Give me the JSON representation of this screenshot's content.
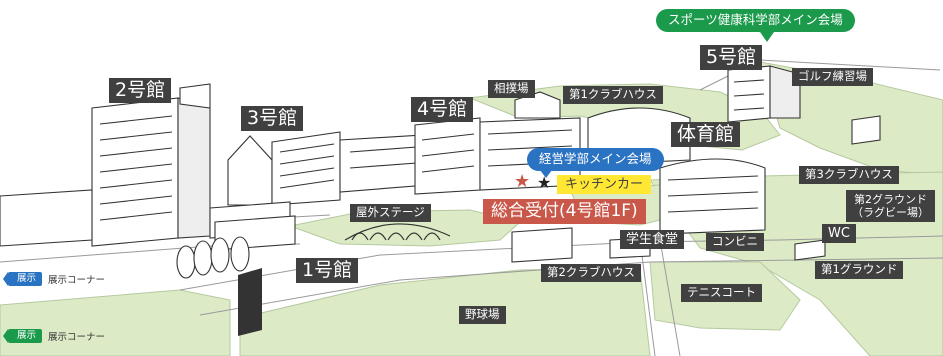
{
  "labels": {
    "building_2": "2号館",
    "building_3": "3号館",
    "building_4": "4号館",
    "building_5": "5号館",
    "building_1": "1号館",
    "gym": "体育館",
    "sumo": "相撲場",
    "club_house_1": "第1クラブハウス",
    "club_house_2": "第2クラブハウス",
    "club_house_3": "第3クラブハウス",
    "golf": "ゴルフ練習場",
    "outdoor_stage": "屋外ステージ",
    "cafeteria": "学生食堂",
    "convenience": "コンビニ",
    "wc": "WC",
    "ground_2_line1": "第2グラウンド",
    "ground_2_line2": "（ラグビー場）",
    "ground_1": "第1グラウンド",
    "tennis": "テニスコート",
    "baseball": "野球場"
  },
  "callouts": {
    "sports_health": "スポーツ健康科学部メイン会場",
    "business": "経営学部メイン会場",
    "kitchen_car": "キッチンカー",
    "reception": "総合受付(4号館1F)"
  },
  "legend": [
    {
      "badge": "展示",
      "text": "展示コーナー",
      "color": "#2a72c2"
    },
    {
      "badge": "展示",
      "text": "展示コーナー",
      "color": "#1a9a4a"
    }
  ],
  "colors": {
    "lawn": "#dcebc6",
    "road": "#ffffff",
    "building": "#ffffff",
    "outline": "#333333",
    "label_bg": "#404040",
    "sports_green": "#1a9a4a",
    "business_blue": "#2a72c2",
    "kitchen_yellow": "#ffe733",
    "reception_red": "#c9584a"
  },
  "markers": {
    "star_red": "★",
    "star_black": "★"
  }
}
